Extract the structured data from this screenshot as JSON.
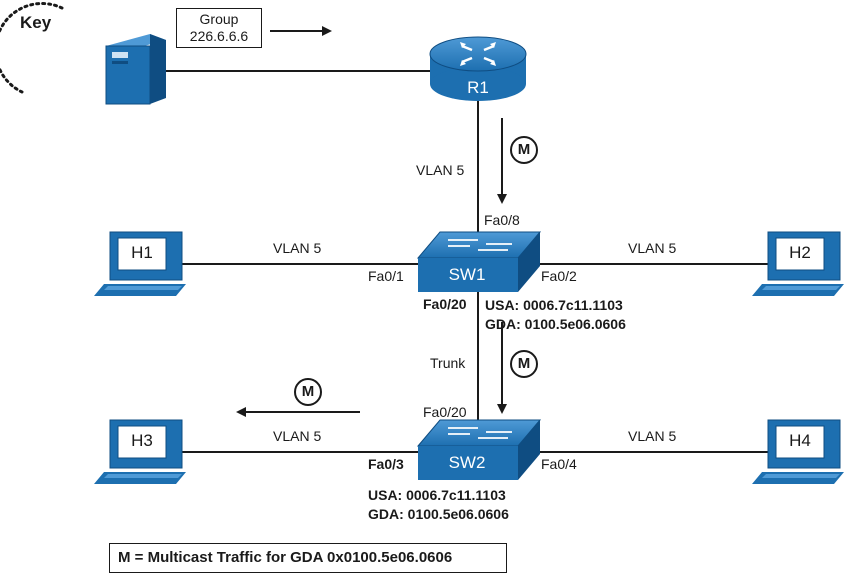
{
  "key": {
    "label": "Key"
  },
  "group_box": {
    "line1": "Group",
    "line2": "226.6.6.6"
  },
  "router": {
    "label": "R1"
  },
  "switches": {
    "sw1": "SW1",
    "sw2": "SW2"
  },
  "hosts": {
    "h1": "H1",
    "h2": "H2",
    "h3": "H3",
    "h4": "H4"
  },
  "links": {
    "r1_sw1_vlan": "VLAN 5",
    "h1_sw1_vlan": "VLAN 5",
    "sw1_h2_vlan": "VLAN 5",
    "trunk": "Trunk",
    "h3_sw2_vlan": "VLAN 5",
    "sw2_h4_vlan": "VLAN 5"
  },
  "ports": {
    "sw1_fa0_8": "Fa0/8",
    "sw1_fa0_1": "Fa0/1",
    "sw1_fa0_2": "Fa0/2",
    "sw1_fa0_20": "Fa0/20",
    "sw2_fa0_20": "Fa0/20",
    "sw2_fa0_3": "Fa0/3",
    "sw2_fa0_4": "Fa0/4"
  },
  "sw1_table": {
    "usa": "USA: 0006.7c11.1103",
    "gda": "GDA: 0100.5e06.0606"
  },
  "sw2_table": {
    "usa": "USA: 0006.7c11.1103",
    "gda": "GDA: 0100.5e06.0606"
  },
  "multicast_marker": "M",
  "legend": "M = Multicast Traffic for GDA 0x0100.5e06.0606",
  "colors": {
    "device_blue": "#1d6fb0",
    "device_dark": "#0f4d82",
    "device_light": "#4f9ad6",
    "line": "#1a1a1a"
  }
}
